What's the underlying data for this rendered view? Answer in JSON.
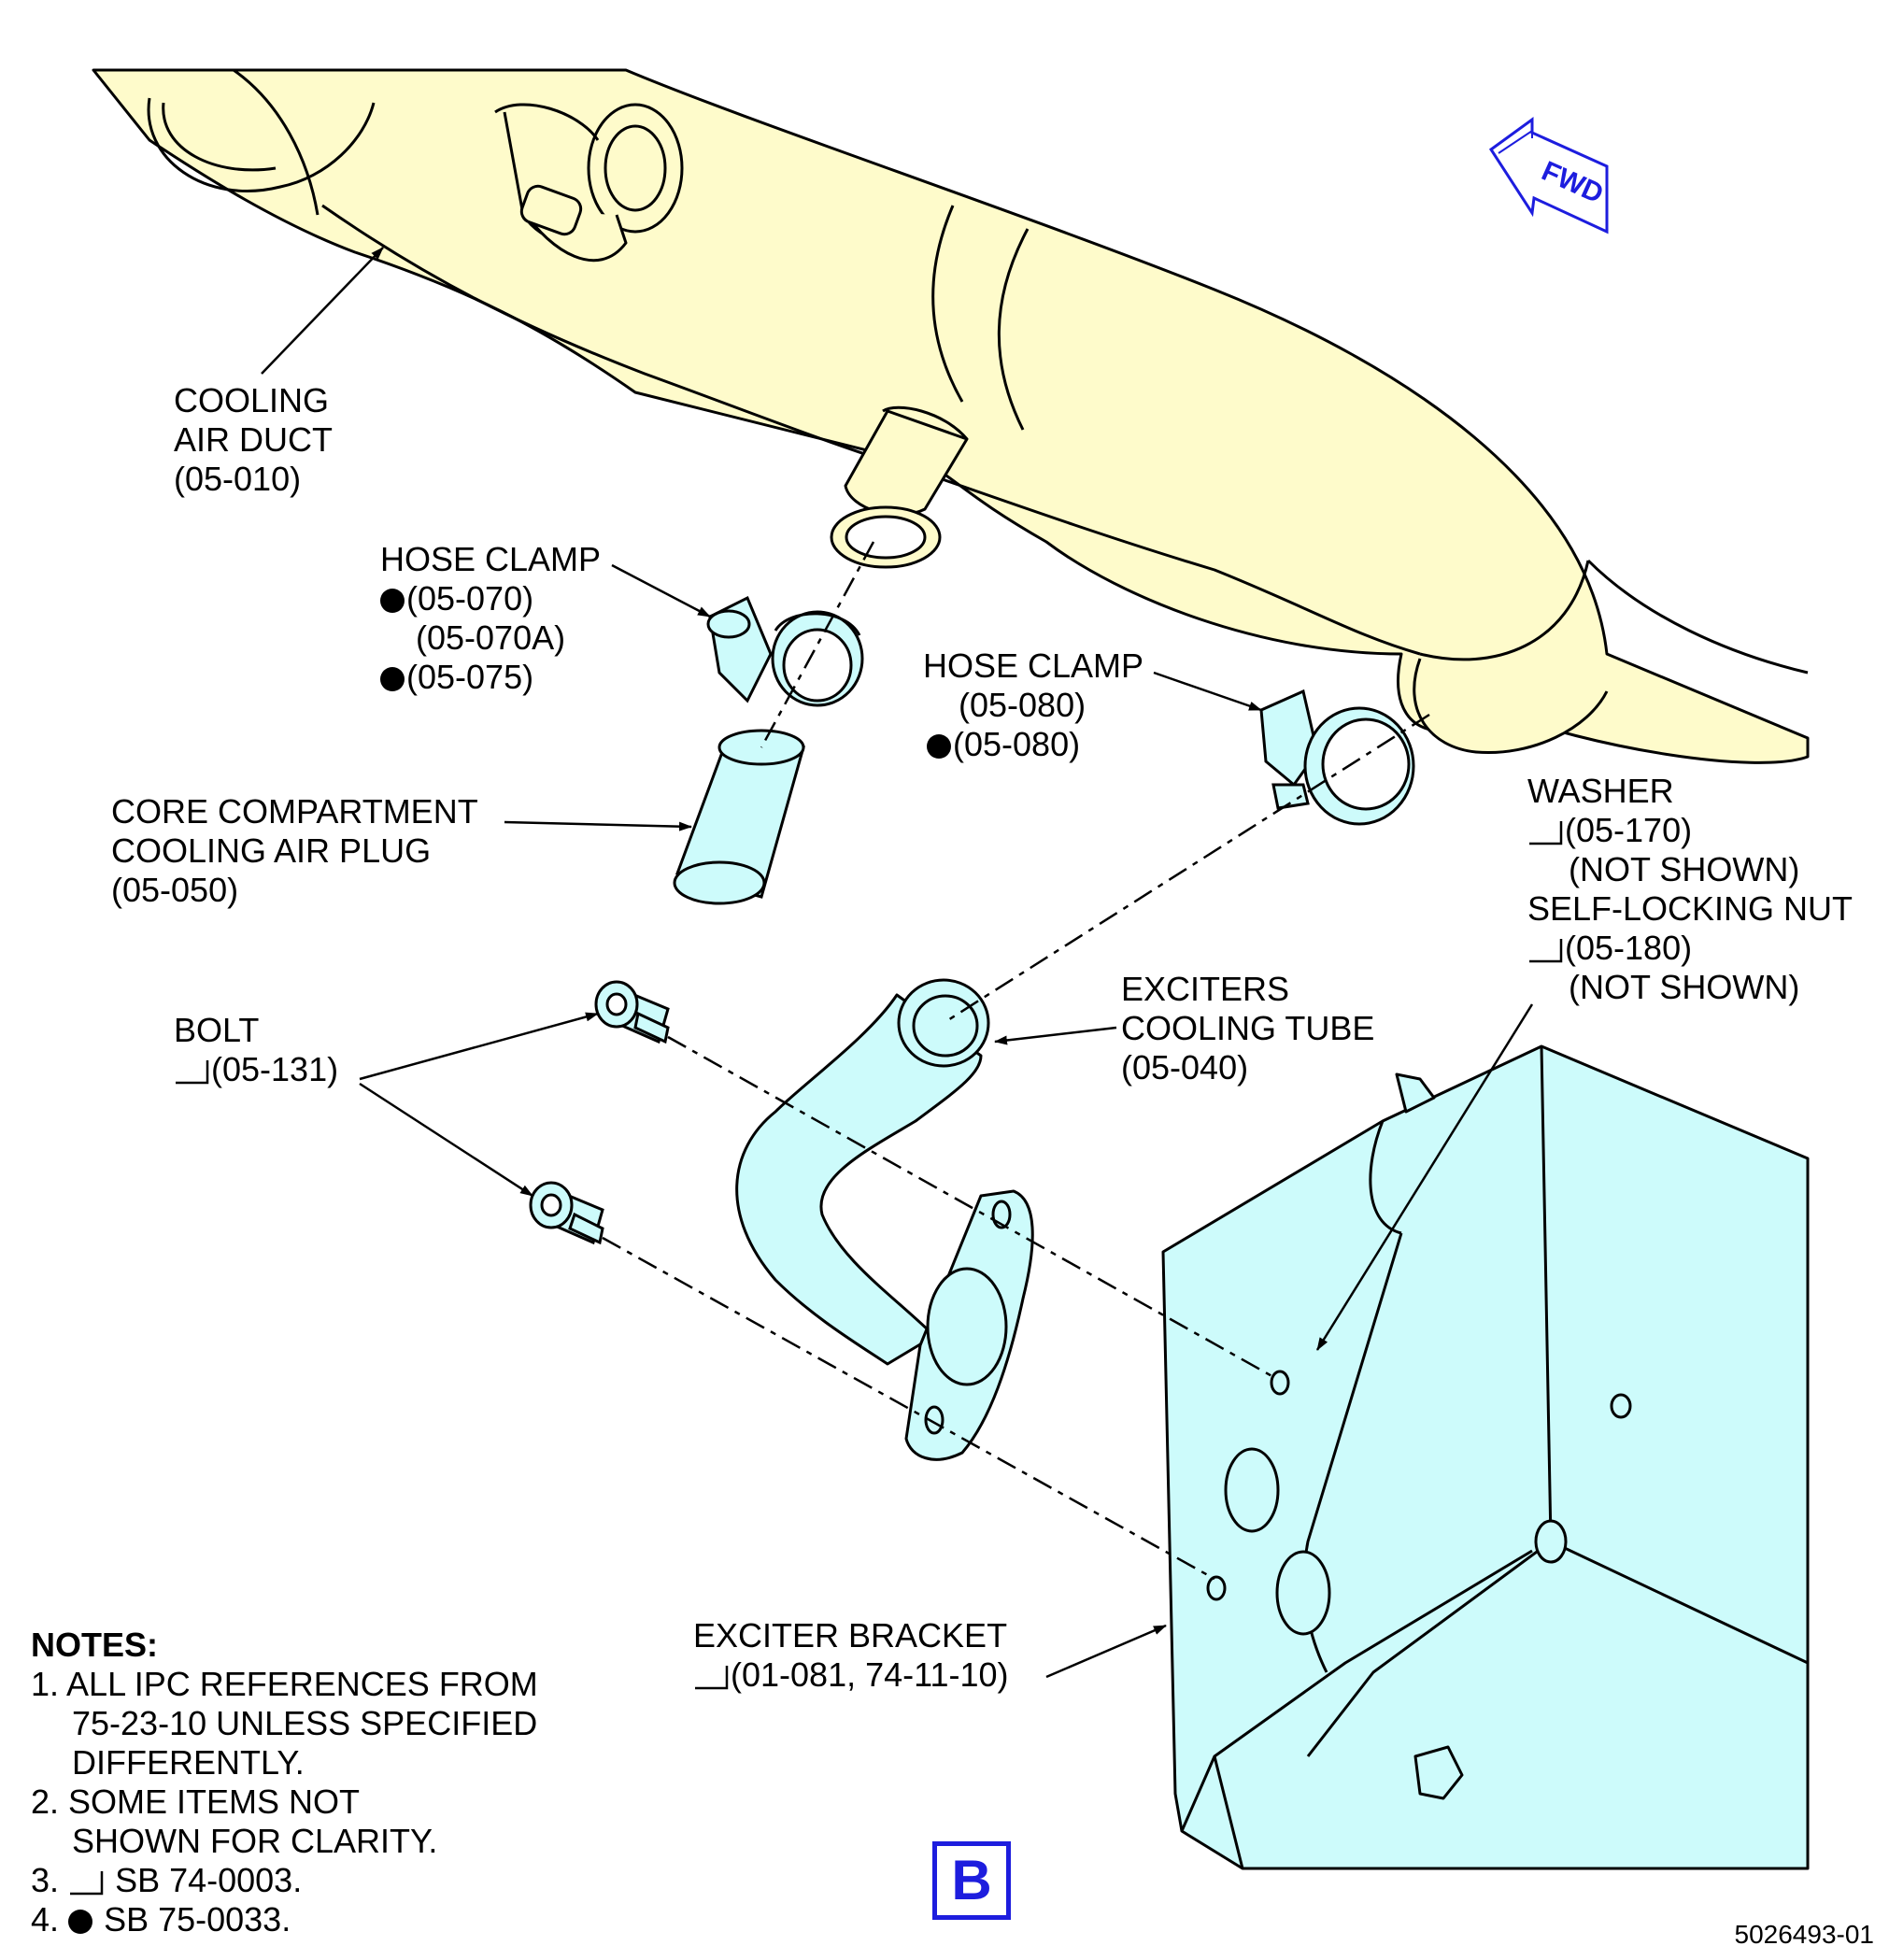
{
  "orientation": {
    "arrow_label": "FWD",
    "color": "#1d1dde"
  },
  "colors": {
    "duct": "#fefbcb",
    "tube": "#cdfbfb",
    "accent_blue": "#1d1dde"
  },
  "callouts": {
    "cooling_air_duct": [
      "COOLING",
      "AIR DUCT",
      "(05-010)"
    ],
    "hose_clamp_1": {
      "title": "HOSE CLAMP",
      "items": [
        "(05-070)",
        "(05-070A)",
        "(05-075)"
      ]
    },
    "hose_clamp_2": {
      "title": "HOSE CLAMP",
      "items": [
        "(05-080)",
        "(05-080)"
      ]
    },
    "core_plug": [
      "CORE COMPARTMENT",
      "COOLING AIR PLUG",
      "(05-050)"
    ],
    "washer_nut": {
      "washer": "WASHER",
      "washer_ref": "(05-170)",
      "washer_note": "(NOT SHOWN)",
      "nut": "SELF-LOCKING NUT",
      "nut_ref": "(05-180)",
      "nut_note": "(NOT SHOWN)"
    },
    "bolt": {
      "title": "BOLT",
      "ref": "(05-131)"
    },
    "exciters_tube": [
      "EXCITERS",
      "COOLING TUBE",
      "(05-040)"
    ],
    "exciter_bracket": {
      "title": "EXCITER BRACKET",
      "ref": "(01-081, 74-11-10)"
    }
  },
  "notes": {
    "heading": "NOTES:",
    "n1_a": "1. ALL IPC REFERENCES FROM",
    "n1_b": "75-23-10 UNLESS SPECIFIED",
    "n1_c": "DIFFERENTLY.",
    "n2_a": "2. SOME ITEMS NOT",
    "n2_b": "SHOWN FOR CLARITY.",
    "n3_num": "3.",
    "n3_text": "SB 74-0003.",
    "n4_num": "4.",
    "n4_text": "SB 75-0033."
  },
  "view_label": "B",
  "figure_number": "5026493-01"
}
